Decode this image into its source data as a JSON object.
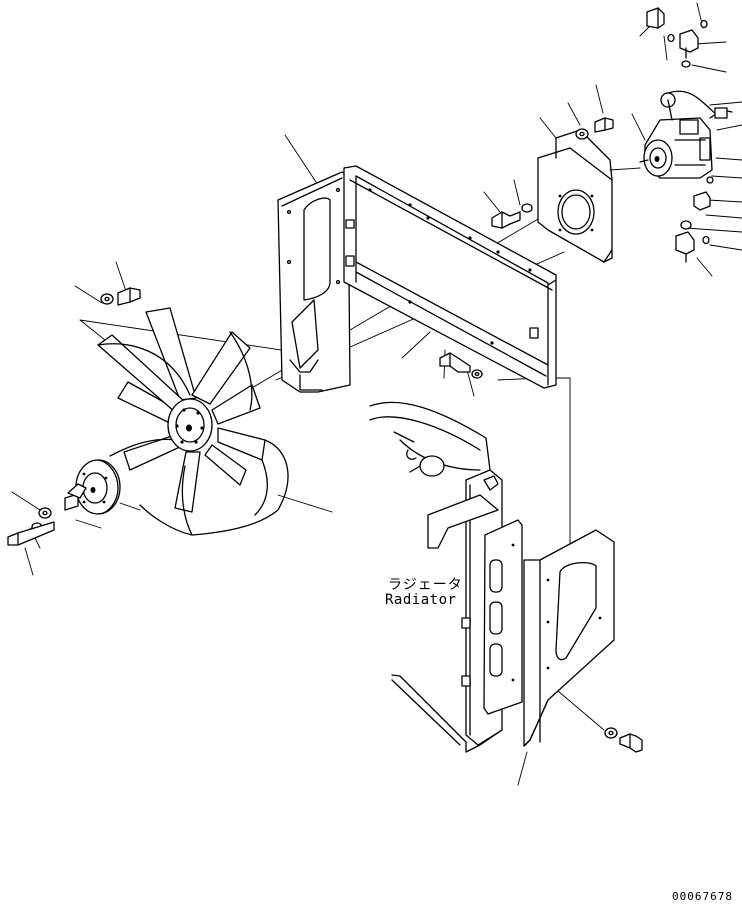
{
  "callouts": {
    "radiator_jp": "ラジェータ",
    "radiator_en": "Radiator"
  },
  "drawing_number": "00067678"
}
